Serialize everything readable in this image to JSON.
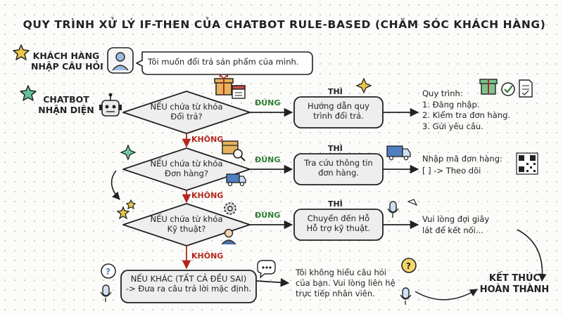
{
  "title": "QUY TRÌNH XỬ LÝ IF-THEN CỦA CHATBOT RULE-BASED (CHĂM SÓC KHÁCH HÀNG)",
  "customer": {
    "label_line1": "KHÁCH HÀNG",
    "label_line2": "NHẬP CÂU HỎI",
    "message": "Tôi muốn đổi trả sản phẩm của mình."
  },
  "chatbot": {
    "label_line1": "CHATBOT",
    "label_line2": "NHẬN DIỆN"
  },
  "labels": {
    "yes": "ĐÚNG",
    "no": "KHÔNG",
    "then": "THÌ"
  },
  "rules": [
    {
      "if_line1": "NẾU chứa từ khóa",
      "if_line2": "Đổi trả?",
      "then_line1": "Hướng dẫn quy",
      "then_line2": "trình đổi trả.",
      "note_title": "Quy trình:",
      "note_lines": [
        "1. Đăng nhập.",
        "2. Kiểm tra đơn hàng.",
        "3. Gửi yêu cầu."
      ]
    },
    {
      "if_line1": "NẾU chứa từ khóa",
      "if_line2": "Đơn hàng?",
      "then_line1": "Tra cứu thông tin",
      "then_line2": "đơn hàng.",
      "note_title": "Nhập mã đơn hàng:",
      "note_lines": [
        "[ ] -> Theo dõi"
      ]
    },
    {
      "if_line1": "NẾU chứa từ khóa",
      "if_line2": "Kỹ thuật?",
      "then_line1": "Chuyển đến Hỗ",
      "then_line2": "Hỗ trợ kỹ thuật.",
      "note_title": "Vui lòng đợi giây",
      "note_lines": [
        "lát để kết nối..."
      ]
    }
  ],
  "fallback": {
    "line1": "NẾU KHÁC (TẤT CẢ ĐỀU SAI)",
    "line2": "-> Đưa ra câu trả lời mặc định.",
    "reply_lines": [
      "Tôi không hiểu câu hỏi",
      "của bạn. Vui lòng liên hệ",
      "trực tiếp nhân viên."
    ]
  },
  "end": {
    "line1": "KẾT THÚC",
    "line2": "HOÀN THÀNH"
  },
  "colors": {
    "box_fill": "#eeeeee",
    "stroke": "#222222",
    "yes": "#2e7d32",
    "no": "#b3261e",
    "star": "#e8c64a",
    "star_green": "#63c29a",
    "gift": "#e8b25a",
    "truck": "#4f7fc0"
  },
  "icons": [
    "star-icon",
    "user-icon",
    "robot-icon",
    "gift-icon",
    "calendar-icon",
    "box-search-icon",
    "truck-icon",
    "gear-icon",
    "support-agent-icon",
    "question-bubble-icon",
    "microphone-icon",
    "checkmark-icon",
    "document-icon",
    "qr-code-icon",
    "sparkle-icon"
  ]
}
